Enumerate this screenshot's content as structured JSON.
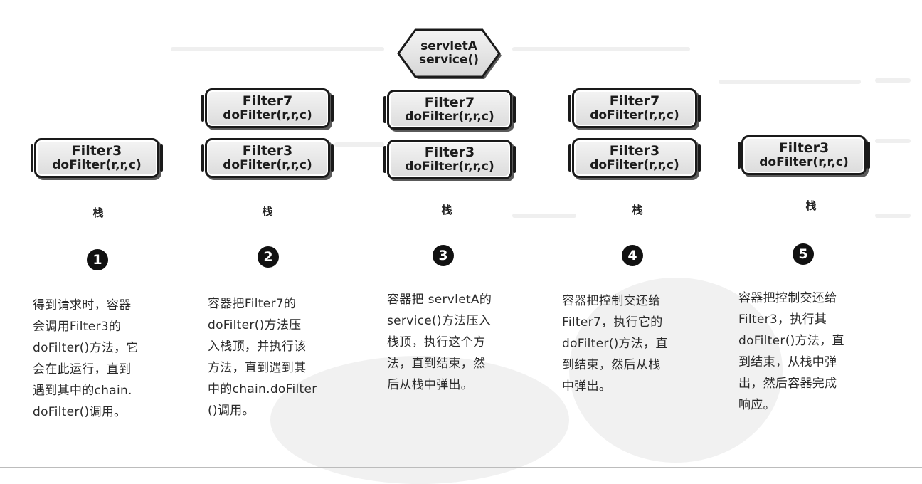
{
  "boxes": {
    "filter3": {
      "name": "Filter3",
      "method": "doFilter(r,r,c)"
    },
    "filter7": {
      "name": "Filter7",
      "method": "doFilter(r,r,c)"
    },
    "servlet": {
      "name": "servletA",
      "method": "service()"
    }
  },
  "stack_label": "栈",
  "steps": [
    {
      "number": "1",
      "lines": [
        "得到请求时，容器",
        "会调用Filter3的",
        "doFilter()方法，它",
        "会在此运行，直到",
        "遇到其中的chain.",
        "doFilter()调用。"
      ]
    },
    {
      "number": "2",
      "lines": [
        "容器把Filter7的",
        "doFilter()方法压",
        "入栈顶，并执行该",
        "方法，直到遇到其",
        "中的chain.doFilter",
        "()调用。"
      ]
    },
    {
      "number": "3",
      "lines": [
        "容器把 servletA的",
        "service()方法压入",
        "栈顶，执行这个方",
        "法，直到结束，然",
        "后从栈中弹出。"
      ]
    },
    {
      "number": "4",
      "lines": [
        "容器把控制交还给",
        "Filter7，执行它的",
        "doFilter()方法，直",
        "到结束，然后从栈",
        "中弹出。"
      ]
    },
    {
      "number": "5",
      "lines": [
        "容器把控制交还给",
        "Filter3，执行其",
        "doFilter()方法，直",
        "到结束，从栈中弹",
        "出，然后容器完成",
        "响应。"
      ]
    }
  ]
}
